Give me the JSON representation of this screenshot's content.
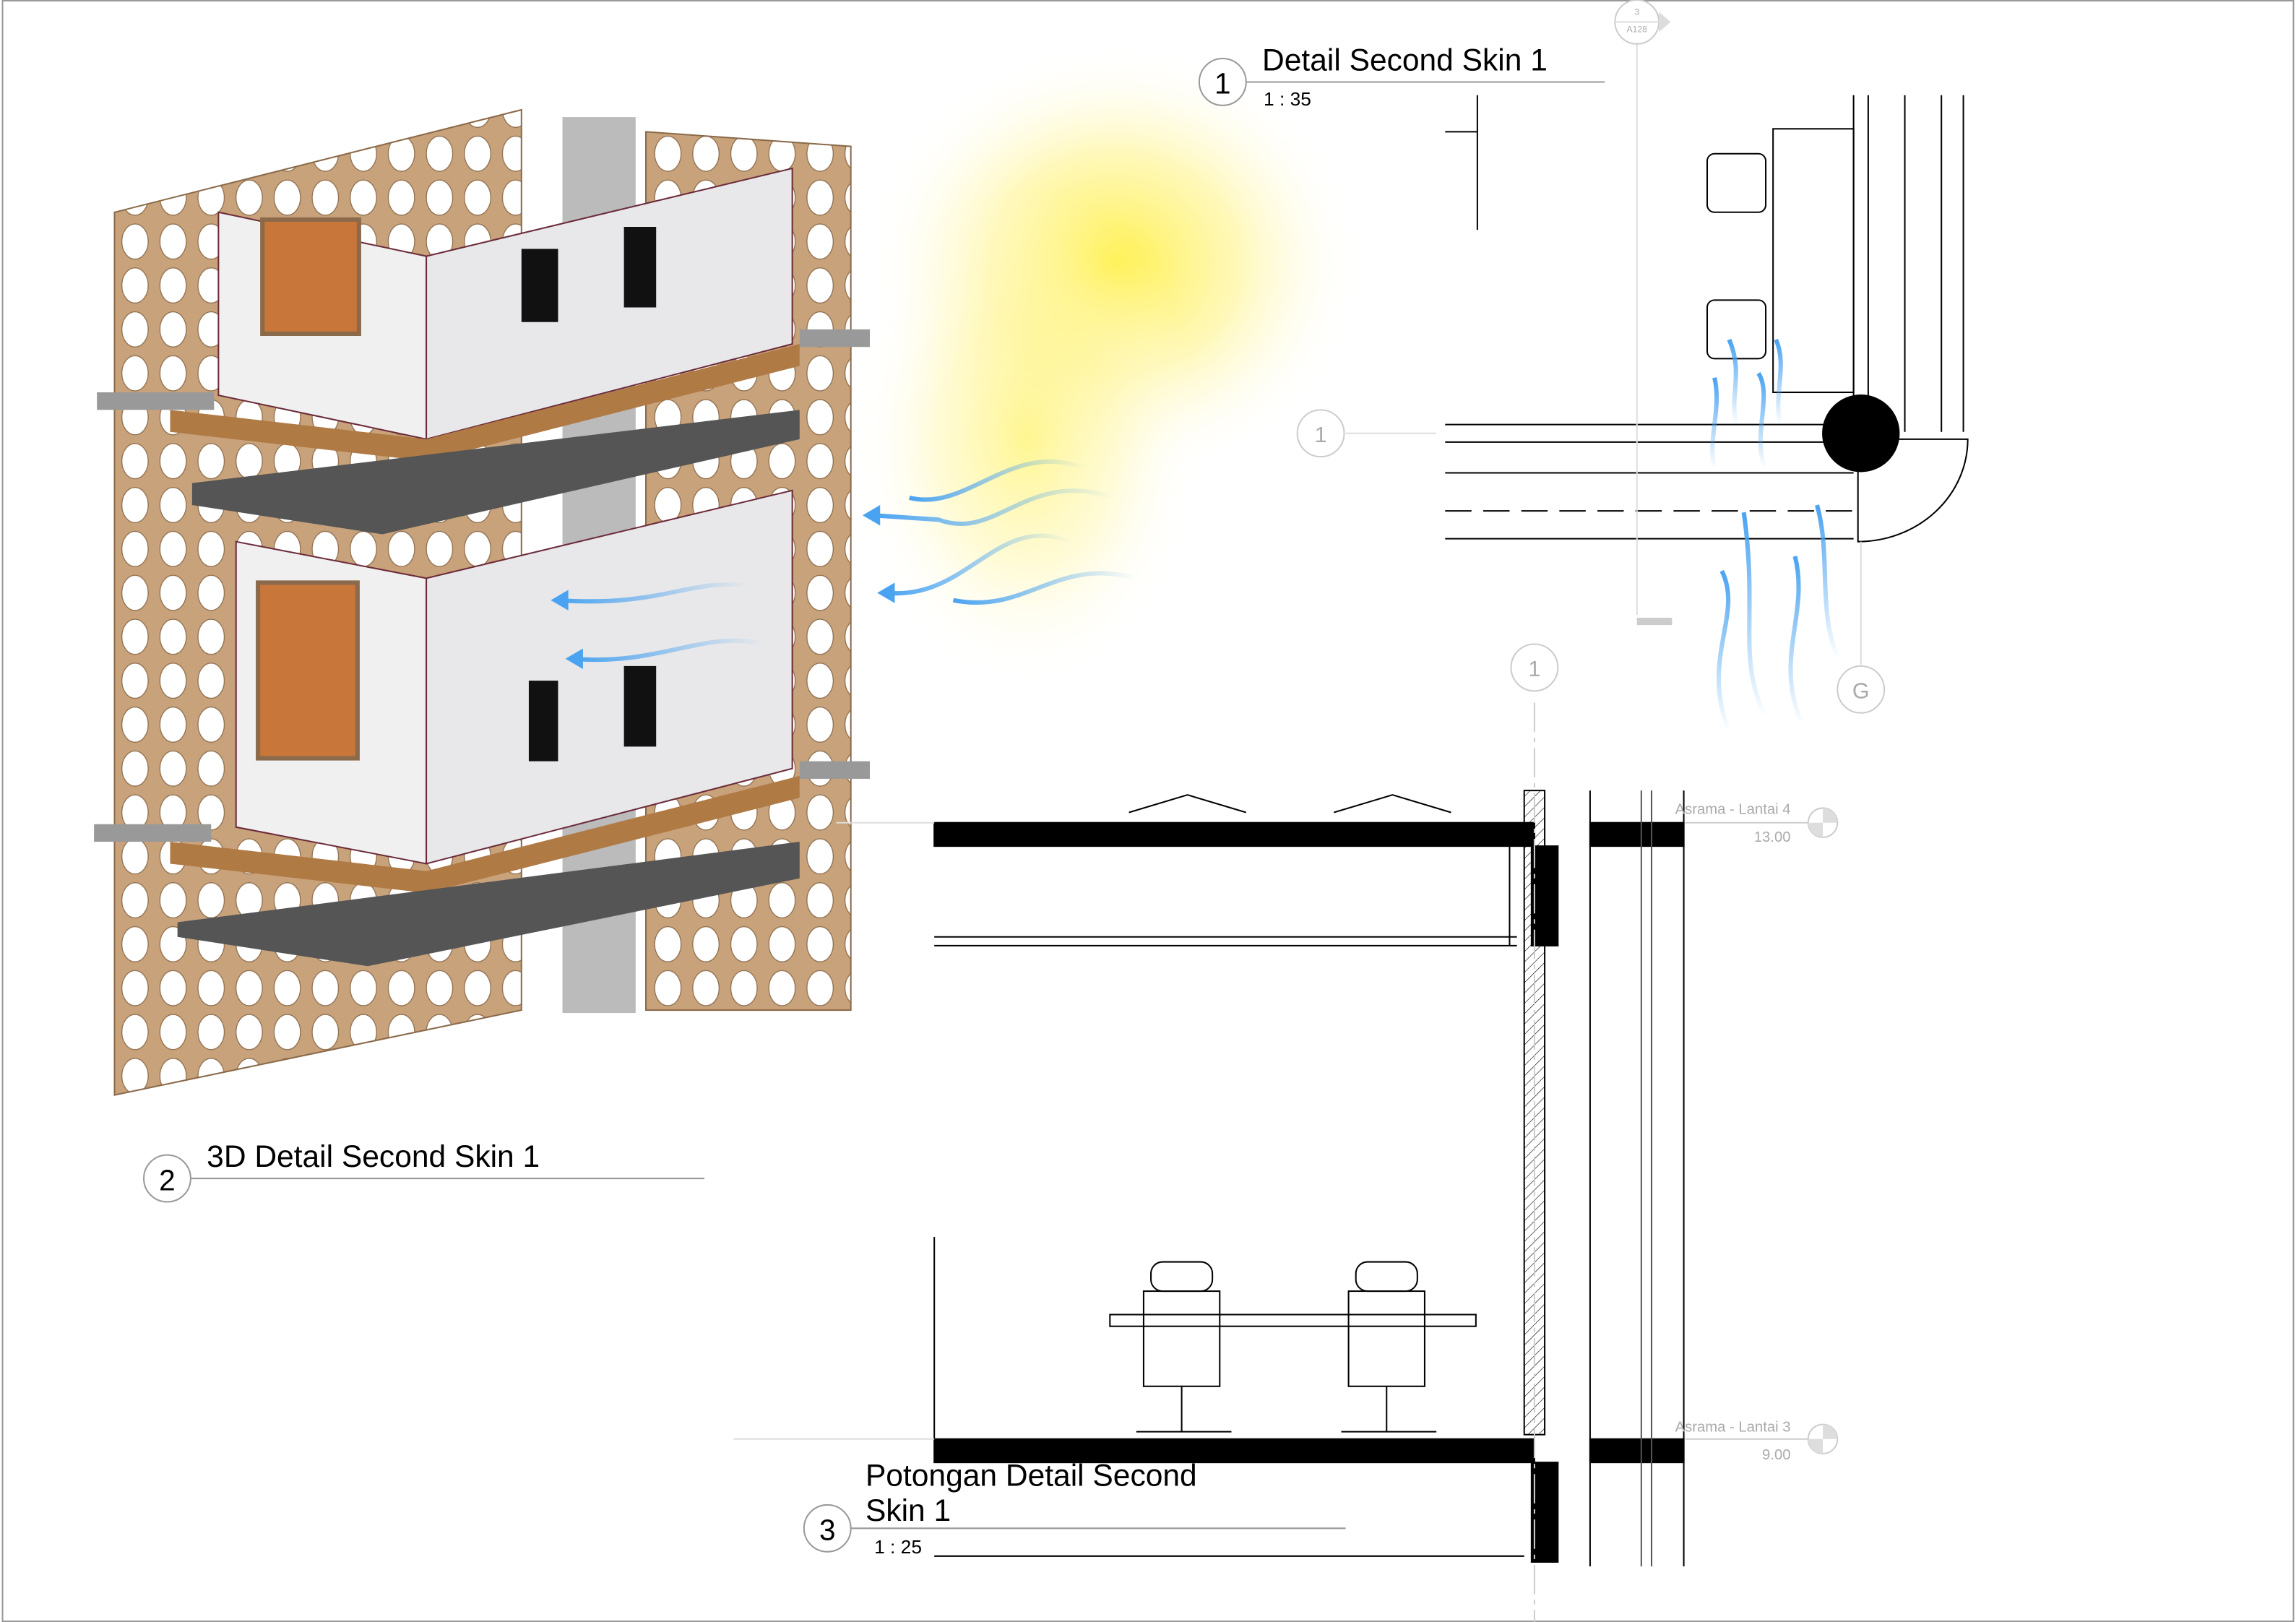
{
  "views": [
    {
      "number": "1",
      "title": "Detail Second Skin 1",
      "scale": "1 : 35"
    },
    {
      "number": "2",
      "title": "3D Detail Second Skin 1"
    },
    {
      "number": "3",
      "title_line1": "Potongan Detail Second",
      "title_line2": "Skin 1",
      "scale": "1 : 25"
    }
  ],
  "section_marker": {
    "number": "3",
    "sheet": "A128"
  },
  "grid_labels": {
    "plan_grid_1": "1",
    "section_grid_1": "1",
    "grid_g": "G"
  },
  "levels": [
    {
      "name": "Asrama - Lantai 4",
      "elevation": "13.00"
    },
    {
      "name": "Asrama - Lantai 3",
      "elevation": "9.00"
    }
  ],
  "colors": {
    "wood": "#c8a27a",
    "airflow": "#4aa3f0",
    "sun": "#fff36a",
    "floor": "#b07a45",
    "slab": "#555555"
  }
}
